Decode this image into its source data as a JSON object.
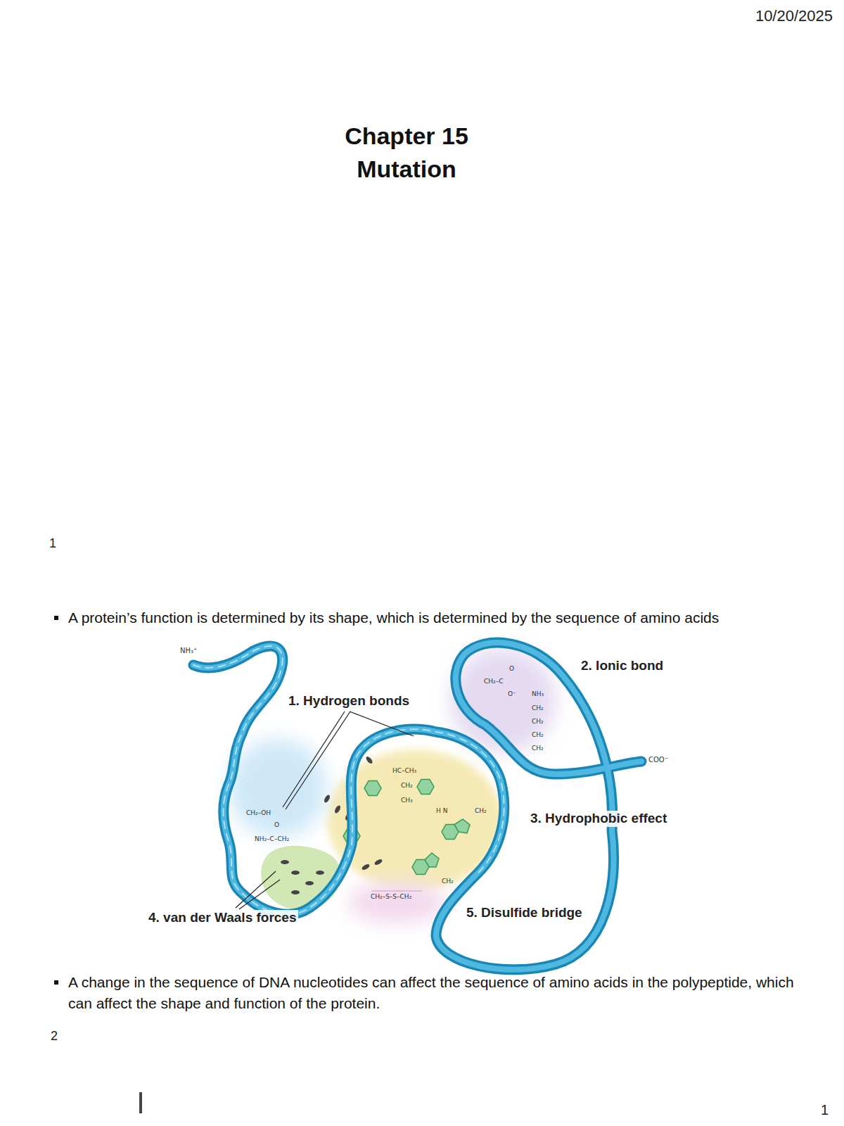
{
  "diagram": {
    "title": "Chapter 15 Mutation",
    "labels": [
      "10/20/2025",
      "1",
      "A protein’s function is determined by its shape, which is determined by the sequence of amino acids",
      "NH₃⁺",
      "2. Ionic bond",
      "O",
      "CH₂–C",
      "O⁻",
      "NH₃",
      "CH₂",
      "CH₂",
      "CH₂",
      "CH₂",
      "1. Hydrogen bonds",
      "COO⁻",
      "HC–CH₃",
      "CH₂",
      "CH₃",
      "CH₂–OH",
      "H N",
      "CH₂",
      "3. Hydrophobic effect",
      "O",
      "NH₂–C–CH₂",
      "CH₂",
      "CH₂–S–S–CH₂",
      "5. Disulfide bridge",
      "4. van der Waals forces",
      "A change in the sequence of DNA nucleotides can affect the sequence of amino acids in the polypeptide, which can affect the shape and function of the protein.",
      "2",
      "1"
    ]
  }
}
